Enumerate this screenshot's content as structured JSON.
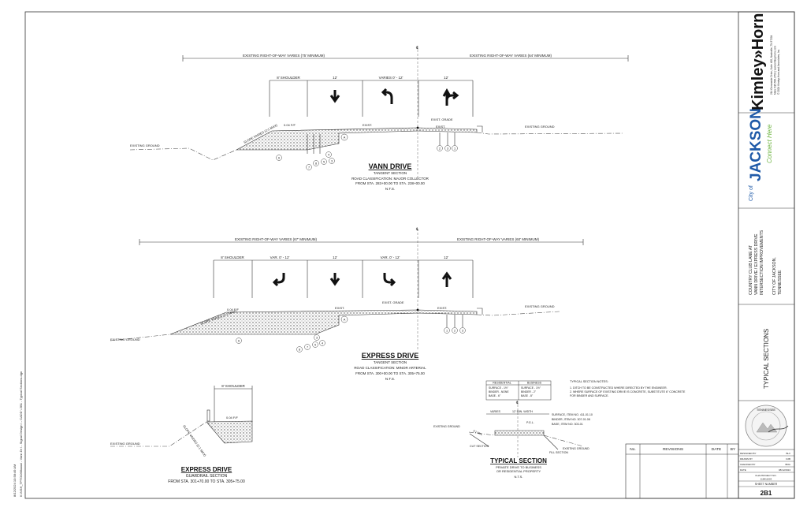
{
  "side_stamp": [
    "8/12/2024 10:58:49 AM",
    "K:\\NSH_TPTO\\068xxxx\\ - Vann Dr \\ - Signal Design \\ - CADD \\ 2B1 - Typical Sections.dgn"
  ],
  "vann": {
    "row_left": "EXISTING RIGHT-OF-WAY VARIES (75' MINIMUM)",
    "row_right": "EXISTING RIGHT-OF-WAY VARIES (64' MINIMUM)",
    "lanes": [
      "8' SHOULDER",
      "12'",
      "VARIES 0' - 12'",
      "12'"
    ],
    "slope": "SLOPE VARIES (2:1 MAX)",
    "fp": "0.04 F/F",
    "exist1": "EXIST.",
    "grade": "EXIST. GRADE",
    "exist2": "EXIST.",
    "ground_left": "EXISTING GROUND",
    "ground_right": "EXISTING GROUND",
    "title": "VANN DRIVE",
    "subtitle": "TANGENT SECTION",
    "classification": "ROAD CLASSIFICATION: MAJOR COLLECTOR",
    "stations": "FROM STA. 283+00.00 TO STA. 238+00.00",
    "nts": "N.T.S.",
    "callouts_a": [
      "A"
    ],
    "callouts_left": [
      "6",
      "7",
      "8",
      "5",
      "3",
      "4"
    ],
    "callouts_right": [
      "2",
      "3",
      "1"
    ]
  },
  "express": {
    "row_left": "EXISTING RIGHT-OF-WAY VARIES (67' MINIMUM)",
    "row_right": "EXISTING RIGHT-OF-WAY VARIES (60' MINIMUM)",
    "lanes": [
      "8' SHOULDER",
      "VAR. 0' - 12'",
      "12'",
      "VAR. 0' - 12'",
      "12'"
    ],
    "slope": "SLOPE VARIES (2:1 MAX)",
    "fp": "0.04 F/F",
    "exist1": "EXIST.",
    "grade": "EXIST. GRADE",
    "exist2": "EXIST.",
    "ground_left": "EXISTING GROUND",
    "ground_right": "EXISTING GROUND",
    "title": "EXPRESS DRIVE",
    "subtitle": "TANGENT SECTION",
    "classification": "ROAD CLASSIFICATION: MINOR ARTERIAL",
    "stations": "FROM STA. 300+00.00 TO STA. 305+75.00",
    "nts": "N.T.S.",
    "callouts_a": [
      "A"
    ],
    "callouts_left": [
      "6",
      "8",
      "7",
      "5",
      "4",
      "3"
    ],
    "callouts_right": [
      "1",
      "2",
      "3"
    ]
  },
  "guardrail": {
    "shoulder": "8' SHOULDER",
    "fp": "0.04 F/F",
    "slope": "SLOPE VARIES (2:1 MAX)",
    "ground_left": "EXISTING GROUND",
    "title": "EXPRESS DRIVE",
    "subtitle": "GUARDRAIL SECTION",
    "stations": "FROM STA. 301+70.00 TO STA. 305+75.00"
  },
  "typical": {
    "table_headers": [
      "RESIDENTIAL",
      "BUSINESS"
    ],
    "table_rows": [
      [
        "SURFACE - 1½\"",
        "SURFACE - 1½\""
      ],
      [
        "BINDER - NONE",
        "BINDER - 2\""
      ],
      [
        "BASE - 6\"",
        "BASE - 8\""
      ]
    ],
    "notes_title": "TYPICAL SECTION NOTES:",
    "notes": [
      "1. DITCH TO BE CONSTRUCTED WHERE DIRECTED BY THE ENGINEER.",
      "2. WHERE SURFACE OF EXISTING DRIVE IS CONCRETE, SUBSTITUTE 6\" CONCRETE",
      "FOR BINDER AND SURFACE."
    ],
    "varies": "VARIES",
    "min_width": "12' MIN. WIDTH",
    "surface": "SURFACE, ITEM NO. 411-01.10",
    "binder": "BINDER, ITEM NO. 307-01.08",
    "base": "BASE, ITEM NO. 303-01",
    "pgl": "P.G.L.",
    "ratio": "3:1 MIN.",
    "ground_left": "EXISTING GROUND",
    "ground_right": "EXISTING GROUND",
    "cut": "CUT SECTION",
    "fill": "FILL SECTION",
    "title": "TYPICAL SECTION",
    "sub1": "PRIVATE DRIVE TO BUSINESS",
    "sub2": "OR RESIDENTIAL PROPERTY",
    "nts": "N.T.S."
  },
  "revisions": {
    "headers": [
      "No.",
      "REVISIONS",
      "DATE",
      "BY"
    ]
  },
  "titleblock": {
    "company": "Kimley»Horn",
    "address": [
      "214 Oceanside Drive, Suite 400, Nashville, TN 37204",
      "Main: 615.564.2701 | www.kimley-horn.com",
      "© 2024 Kimley-Horn and Associates, Inc."
    ],
    "city_of": "City of",
    "jackson": "JACKSON",
    "connect": "Connect Here",
    "project": [
      "COUNTRY CLUB LANE AT",
      "VANN DRIVE / EXPRESS DRIVE",
      "INTERSECTION IMPROVEMENTS"
    ],
    "location": [
      "CITY OF JACKSON,",
      "TENNESSEE"
    ],
    "sheet_title": "TYPICAL SECTIONS",
    "seal_text": "TENNESSEE",
    "fields": [
      [
        "DESIGNED BY",
        "BLV"
      ],
      [
        "DRAWN BY",
        "DJB"
      ],
      [
        "CHECKED BY",
        "BDG"
      ],
      [
        "DATE",
        "08/12/2024"
      ],
      [
        "KHA PROJECT NO.",
        "118411003"
      ]
    ],
    "sheet_number_label": "SHEET NUMBER",
    "sheet_number": "2B1"
  },
  "colors": {
    "jackson_blue": "#1f5aa8",
    "jackson_green": "#6cb33f",
    "line": "#333333"
  }
}
